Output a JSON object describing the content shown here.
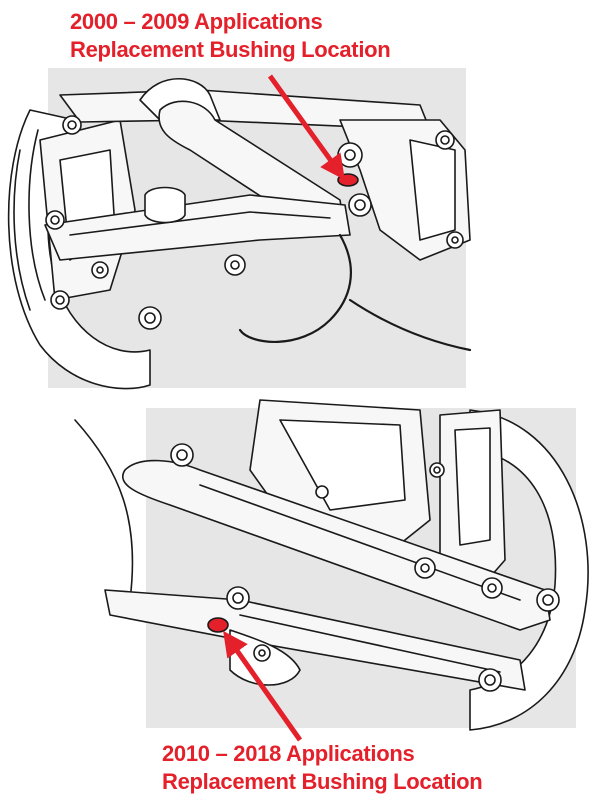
{
  "top_callout": {
    "line1": "2000 – 2009 Applications",
    "line2": "Replacement Bushing Location"
  },
  "bottom_callout": {
    "line1": "2010 – 2018 Applications",
    "line2": "Replacement Bushing Location"
  },
  "colors": {
    "accent": "#e4202a",
    "panel": "#e6e6e6",
    "stroke": "#1a1a1a",
    "part_fill": "#f7f7f7"
  },
  "icons": {
    "arrow": "red-pointer-arrow",
    "marker": "bushing-location-marker"
  }
}
